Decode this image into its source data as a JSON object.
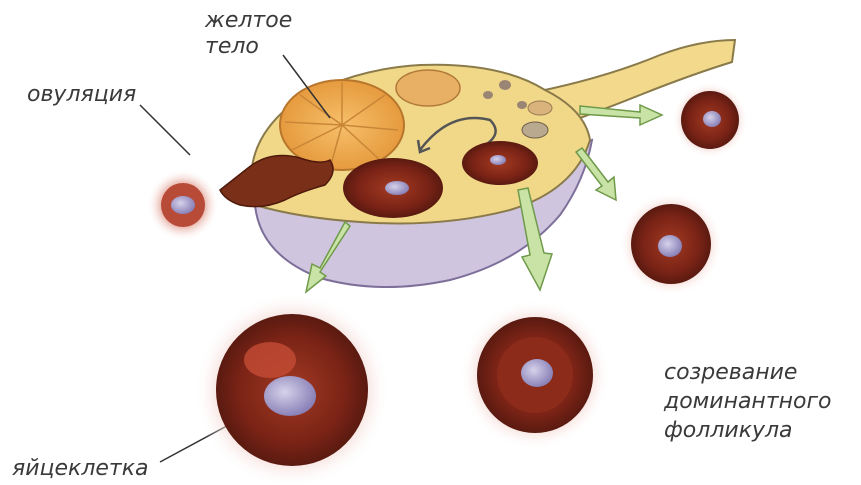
{
  "labels": {
    "corpus_luteum": [
      "желтое",
      "тело"
    ],
    "ovulation": "овуляция",
    "egg_cell": "яйцеклетка",
    "maturation": [
      "созревание",
      "доминантного",
      "фолликула"
    ]
  },
  "colors": {
    "ovary_purple": "#cfc5df",
    "ovary_yellow": "#f1d889",
    "follicle_brown": "#7a2316",
    "follicle_dark": "#5a1a10",
    "egg_lilac": "#9d95c4",
    "arrow_green": "#c9e3a6",
    "text": "#3a3a3a"
  }
}
